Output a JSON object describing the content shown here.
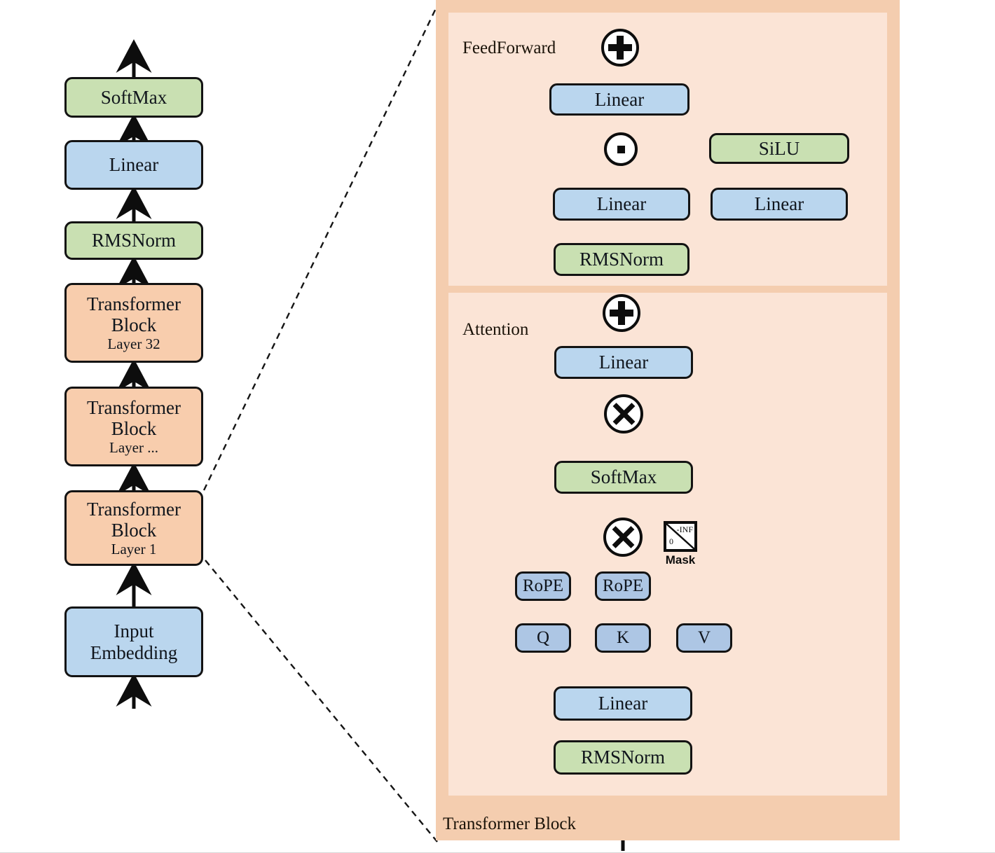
{
  "figure": {
    "title": "Transformer / LLaMA-style architecture diagram",
    "colors": {
      "green": "#c9e0b2",
      "blue": "#bad6ee",
      "blue_qkv": "#adc6e4",
      "orange_block": "#f8cdad",
      "panel_outer": "#f4cdaf",
      "panel_inner": "#fbe4d6",
      "stroke": "#131313"
    }
  },
  "left_stack": {
    "nodes": [
      {
        "label": "SoftMax",
        "sublabel": "",
        "kind": "green"
      },
      {
        "label": "Linear",
        "sublabel": "",
        "kind": "blue"
      },
      {
        "label": "RMSNorm",
        "sublabel": "",
        "kind": "green"
      },
      {
        "label": "Transformer Block",
        "line1": "Transformer",
        "line2": "Block",
        "sublabel": "Layer 32",
        "kind": "orange"
      },
      {
        "label": "Transformer Block",
        "line1": "Transformer",
        "line2": "Block",
        "sublabel": "Layer ...",
        "kind": "orange"
      },
      {
        "label": "Transformer Block",
        "line1": "Transformer",
        "line2": "Block",
        "sublabel": "Layer 1",
        "kind": "orange"
      },
      {
        "label": "Input Embedding",
        "line1": "Input",
        "line2": "Embedding",
        "sublabel": "",
        "kind": "blue"
      }
    ]
  },
  "detail_panel": {
    "outer_label": "Transformer Block",
    "feedforward": {
      "label": "FeedForward",
      "add_node": "+",
      "out_linear": "Linear",
      "mul_node": "·",
      "silu": "SiLU",
      "gate_linear": "Linear",
      "up_linear": "Linear",
      "rmsnorm": "RMSNorm"
    },
    "attention": {
      "label": "Attention",
      "add_node": "+",
      "out_linear": "Linear",
      "matmul_v": "×",
      "softmax": "SoftMax",
      "matmul_qk": "×",
      "mask": {
        "caption": "Mask",
        "low": "0",
        "high": "-INF"
      },
      "rope_q": "RoPE",
      "rope_k": "RoPE",
      "q": "Q",
      "k": "K",
      "v": "V",
      "qkv_linear": "Linear",
      "rmsnorm": "RMSNorm"
    }
  }
}
